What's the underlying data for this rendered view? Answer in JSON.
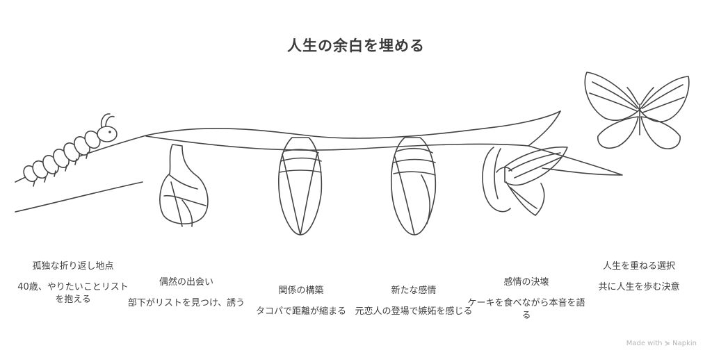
{
  "title": "人生の余白を埋める",
  "stages": [
    {
      "title": "孤独な折り返し地点",
      "desc": "40歳、やりたいことリストを抱える"
    },
    {
      "title": "偶然の出会い",
      "desc": "部下がリストを見つけ、誘う"
    },
    {
      "title": "関係の構築",
      "desc": "タコパで距離が縮まる"
    },
    {
      "title": "新たな感情",
      "desc": "元恋人の登場で嫉妬を感じる"
    },
    {
      "title": "感情の決壊",
      "desc": "ケーキを食べながら本音を語る"
    },
    {
      "title": "人生を重ねる選択",
      "desc": "共に人生を歩む決意"
    }
  ],
  "watermark": "Made with ⋟ Napkin",
  "colors": {
    "stroke": "#444444",
    "text": "#3f3f3f",
    "watermark": "#b4b4b4"
  },
  "icons": [
    "caterpillar-icon",
    "pupa-icon",
    "cocoon-icon",
    "chrysalis-icon",
    "emerging-butterfly-icon",
    "butterfly-icon"
  ]
}
